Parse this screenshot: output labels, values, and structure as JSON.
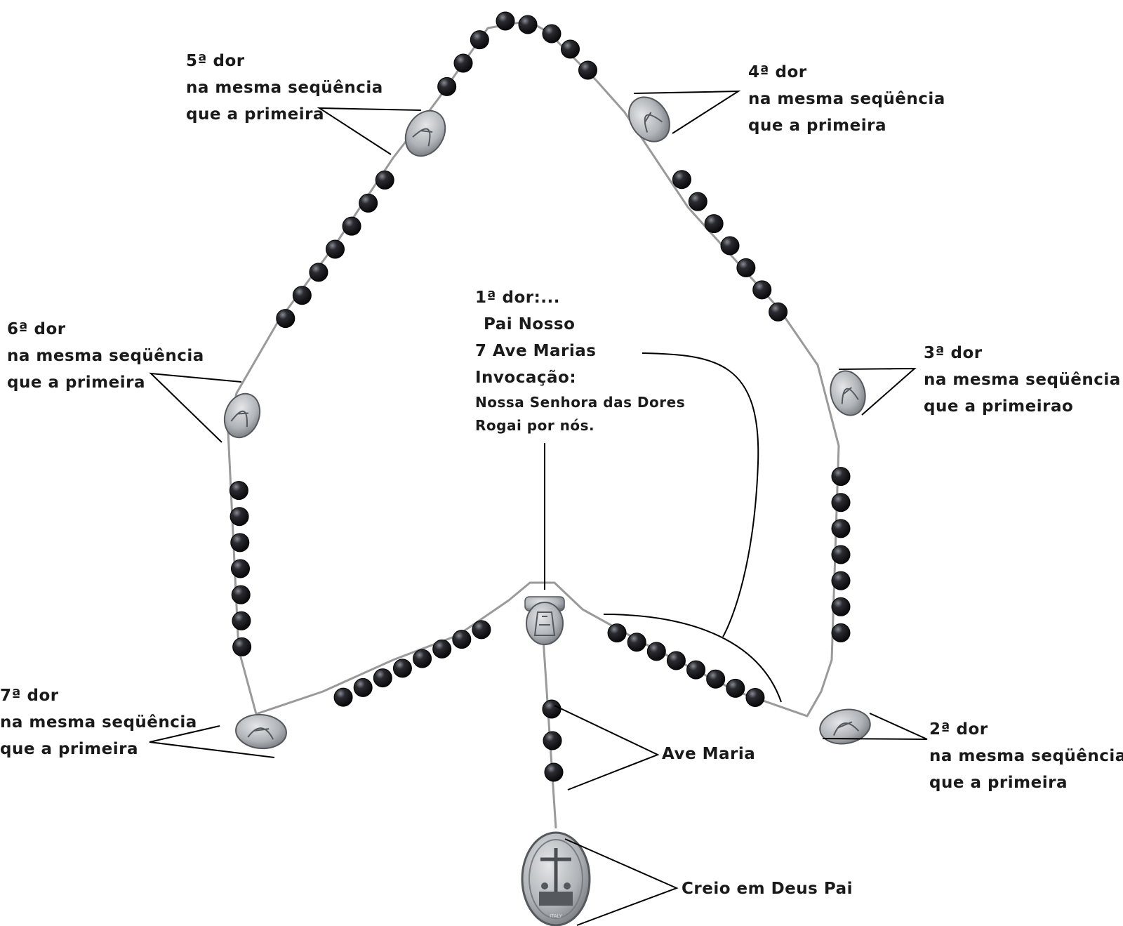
{
  "colors": {
    "background": "#ffffff",
    "bead": "#111114",
    "bead_highlight": "#8a8a95",
    "chain": "#9a9a9a",
    "medal": "#b9bcc0",
    "medal_dark": "#55585c",
    "leader_line": "#000000",
    "text": "#1a1a1a"
  },
  "labels": {
    "dor1": {
      "title": "1ª dor:...",
      "line1": "Pai Nosso",
      "line2": "7 Ave Marias",
      "line3": "Invocação:",
      "line4": "Nossa Senhora das Dores",
      "line5": "Rogai por nós."
    },
    "dor2": {
      "title": "2ª dor",
      "line1": "na mesma seqüência",
      "line2": "que a primeira"
    },
    "dor3": {
      "title": "3ª dor",
      "line1": "na mesma seqüência",
      "line2": "que a primeirao"
    },
    "dor4": {
      "title": "4ª dor",
      "line1": "na mesma seqüência",
      "line2": "que a primeira"
    },
    "dor5": {
      "title": "5ª dor",
      "line1": "na mesma seqüência",
      "line2": "que a primeira"
    },
    "dor6": {
      "title": "6ª dor",
      "line1": "na mesma seqüência",
      "line2": "que a primeira"
    },
    "dor7": {
      "title": "7ª dor",
      "line1": "na mesma seqüência",
      "line2": "que a primeira"
    },
    "ave_maria": "Ave Maria",
    "creio": "Creio em Deus Pai"
  },
  "crucifix_medal": {
    "stamp": "ITALY"
  }
}
